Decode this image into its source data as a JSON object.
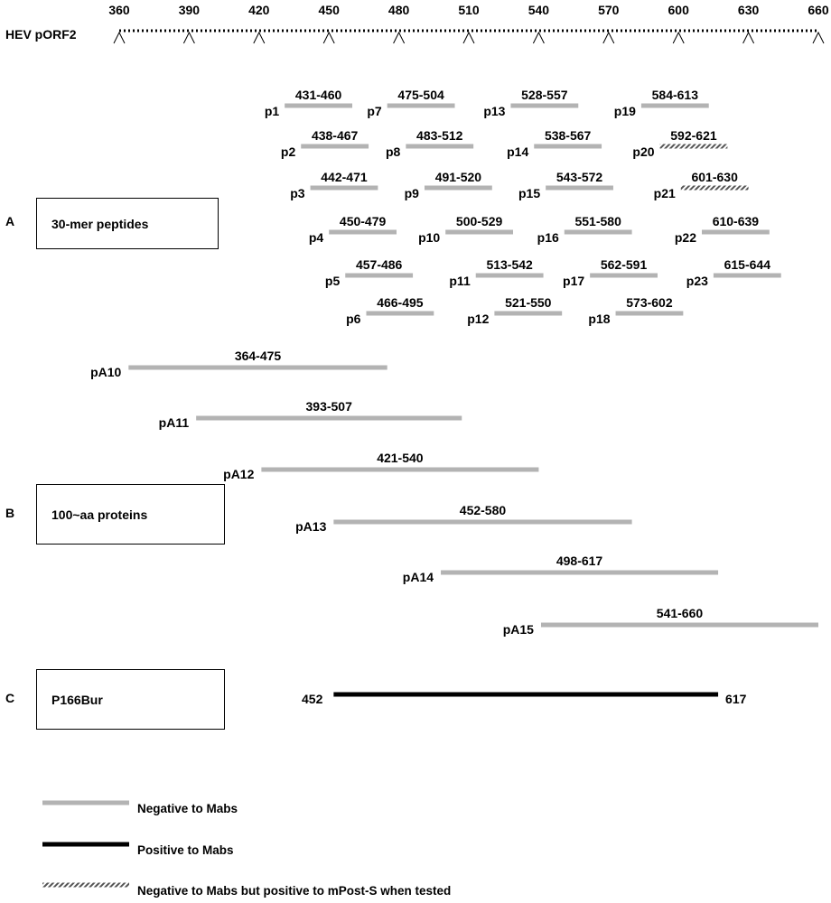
{
  "axis": {
    "label": "HEV pORF2",
    "ticks": [
      "360",
      "390",
      "420",
      "450",
      "480",
      "510",
      "540",
      "570",
      "600",
      "630",
      "660"
    ]
  },
  "sections": [
    {
      "letter": "A",
      "box_label": "30-mer peptides"
    },
    {
      "letter": "B",
      "box_label": "100~aa proteins"
    },
    {
      "letter": "C",
      "box_label": "P166Bur"
    }
  ],
  "colors": {
    "negative": "#b3b3b3",
    "positive": "#000000",
    "hatched": "#555555"
  },
  "peptides": [
    {
      "name": "p1",
      "range": "431-460",
      "start": 431,
      "end": 460,
      "status": "negative"
    },
    {
      "name": "p2",
      "range": "438-467",
      "start": 438,
      "end": 467,
      "status": "negative"
    },
    {
      "name": "p3",
      "range": "442-471",
      "start": 442,
      "end": 471,
      "status": "negative"
    },
    {
      "name": "p4",
      "range": "450-479",
      "start": 450,
      "end": 479,
      "status": "negative"
    },
    {
      "name": "p5",
      "range": "457-486",
      "start": 457,
      "end": 486,
      "status": "negative"
    },
    {
      "name": "p6",
      "range": "466-495",
      "start": 466,
      "end": 495,
      "status": "negative"
    },
    {
      "name": "p7",
      "range": "475-504",
      "start": 475,
      "end": 504,
      "status": "negative"
    },
    {
      "name": "p8",
      "range": "483-512",
      "start": 483,
      "end": 512,
      "status": "negative"
    },
    {
      "name": "p9",
      "range": "491-520",
      "start": 491,
      "end": 520,
      "status": "negative"
    },
    {
      "name": "p10",
      "range": "500-529",
      "start": 500,
      "end": 529,
      "status": "negative"
    },
    {
      "name": "p11",
      "range": "513-542",
      "start": 513,
      "end": 542,
      "status": "negative"
    },
    {
      "name": "p12",
      "range": "521-550",
      "start": 521,
      "end": 550,
      "status": "negative"
    },
    {
      "name": "p13",
      "range": "528-557",
      "start": 528,
      "end": 557,
      "status": "negative"
    },
    {
      "name": "p14",
      "range": "538-567",
      "start": 538,
      "end": 567,
      "status": "negative"
    },
    {
      "name": "p15",
      "range": "543-572",
      "start": 543,
      "end": 572,
      "status": "negative"
    },
    {
      "name": "p16",
      "range": "551-580",
      "start": 551,
      "end": 580,
      "status": "negative"
    },
    {
      "name": "p17",
      "range": "562-591",
      "start": 562,
      "end": 591,
      "status": "negative"
    },
    {
      "name": "p18",
      "range": "573-602",
      "start": 573,
      "end": 602,
      "status": "negative"
    },
    {
      "name": "p19",
      "range": "584-613",
      "start": 584,
      "end": 613,
      "status": "negative"
    },
    {
      "name": "p20",
      "range": "592-621",
      "start": 592,
      "end": 621,
      "status": "hatched"
    },
    {
      "name": "p21",
      "range": "601-630",
      "start": 601,
      "end": 630,
      "status": "hatched"
    },
    {
      "name": "p22",
      "range": "610-639",
      "start": 610,
      "end": 639,
      "status": "negative"
    },
    {
      "name": "p23",
      "range": "615-644",
      "start": 615,
      "end": 644,
      "status": "negative"
    }
  ],
  "proteins": [
    {
      "name": "pA10",
      "range": "364-475",
      "start": 364,
      "end": 475,
      "status": "negative"
    },
    {
      "name": "pA11",
      "range": "393-507",
      "start": 393,
      "end": 507,
      "status": "negative"
    },
    {
      "name": "pA12",
      "range": "421-540",
      "start": 421,
      "end": 540,
      "status": "negative"
    },
    {
      "name": "pA13",
      "range": "452-580",
      "start": 452,
      "end": 580,
      "status": "negative"
    },
    {
      "name": "pA14",
      "range": "498-617",
      "start": 498,
      "end": 617,
      "status": "negative"
    },
    {
      "name": "pA15",
      "range": "541-660",
      "start": 541,
      "end": 660,
      "status": "negative"
    }
  ],
  "p166": {
    "start": 452,
    "end": 617,
    "start_label": "452",
    "end_label": "617",
    "status": "positive"
  },
  "legend": [
    {
      "status": "negative",
      "text": "Negative to Mabs"
    },
    {
      "status": "positive",
      "text": "Positive to Mabs"
    },
    {
      "status": "hatched",
      "text": "Negative to Mabs but positive to mPost-S when tested"
    }
  ]
}
